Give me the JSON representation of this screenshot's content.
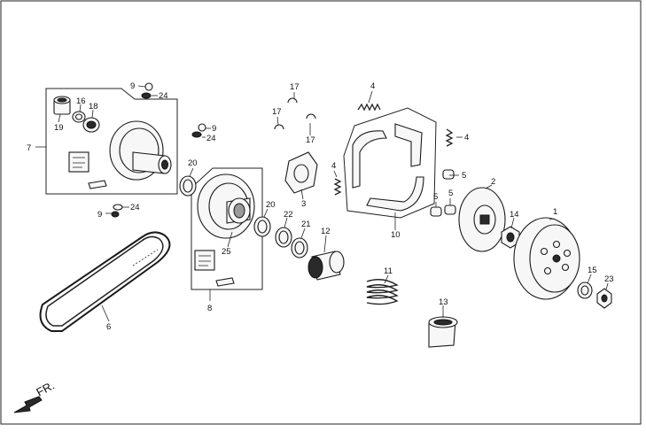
{
  "parts": [
    {
      "key": "p9a",
      "text": "9"
    },
    {
      "key": "p24a",
      "text": "24"
    },
    {
      "key": "p16",
      "text": "16"
    },
    {
      "key": "p18",
      "text": "18"
    },
    {
      "key": "p19",
      "text": "19"
    },
    {
      "key": "p7",
      "text": "7"
    },
    {
      "key": "p9b",
      "text": "9"
    },
    {
      "key": "p24b",
      "text": "24"
    },
    {
      "key": "p20a",
      "text": "20"
    },
    {
      "key": "p9c",
      "text": "9"
    },
    {
      "key": "p24c",
      "text": "24"
    },
    {
      "key": "p17a",
      "text": "17"
    },
    {
      "key": "p17b",
      "text": "17"
    },
    {
      "key": "p17c",
      "text": "17"
    },
    {
      "key": "p4a",
      "text": "4"
    },
    {
      "key": "p4b",
      "text": "4"
    },
    {
      "key": "p4c",
      "text": "4"
    },
    {
      "key": "p3",
      "text": "3"
    },
    {
      "key": "p20b",
      "text": "20"
    },
    {
      "key": "p22",
      "text": "22"
    },
    {
      "key": "p21",
      "text": "21"
    },
    {
      "key": "p12",
      "text": "12"
    },
    {
      "key": "p25",
      "text": "25"
    },
    {
      "key": "p8",
      "text": "8"
    },
    {
      "key": "p6",
      "text": "6"
    },
    {
      "key": "p10",
      "text": "10"
    },
    {
      "key": "p5a",
      "text": "5"
    },
    {
      "key": "p5b",
      "text": "5"
    },
    {
      "key": "p5c",
      "text": "5"
    },
    {
      "key": "p2",
      "text": "2"
    },
    {
      "key": "p14",
      "text": "14"
    },
    {
      "key": "p1",
      "text": "1"
    },
    {
      "key": "p11",
      "text": "11"
    },
    {
      "key": "p13",
      "text": "13"
    },
    {
      "key": "p15",
      "text": "15"
    },
    {
      "key": "p23",
      "text": "23"
    }
  ],
  "direction_label": "FR."
}
